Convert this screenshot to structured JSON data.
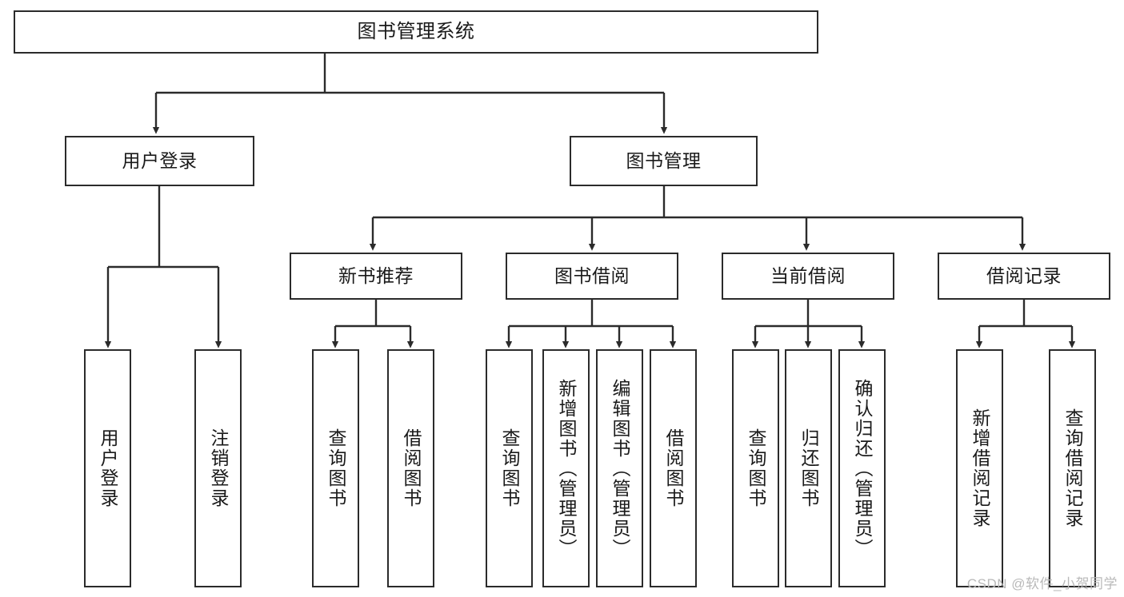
{
  "diagram": {
    "title": "图书管理系统",
    "type": "hierarchy-tree",
    "orientation": "top-down",
    "colors": {
      "stroke": "#2b2b2b",
      "fill": "#ffffff",
      "text": "#1a1a1a",
      "watermark": "#b9b9b9"
    },
    "watermark": "CSDN @软件_小贺同学"
  },
  "nodes": {
    "root": {
      "label": "图书管理系统"
    },
    "level1": [
      {
        "label": "用户登录"
      },
      {
        "label": "图书管理"
      }
    ],
    "level2": [
      {
        "label": "新书推荐"
      },
      {
        "label": "图书借阅"
      },
      {
        "label": "当前借阅"
      },
      {
        "label": "借阅记录"
      }
    ],
    "leaves": {
      "user_login": [
        {
          "label": "用户登录"
        },
        {
          "label": "注销登录"
        }
      ],
      "new_book_recommend": [
        {
          "label": "查询图书"
        },
        {
          "label": "借阅图书"
        }
      ],
      "book_borrow": [
        {
          "label": "查询图书"
        },
        {
          "label": "新增图书（管理员）"
        },
        {
          "label": "编辑图书（管理员）"
        },
        {
          "label": "借阅图书"
        }
      ],
      "current_borrow": [
        {
          "label": "查询图书"
        },
        {
          "label": "归还图书"
        },
        {
          "label": "确认归还（管理员）"
        }
      ],
      "borrow_record": [
        {
          "label": "新增借阅记录"
        },
        {
          "label": "查询借阅记录"
        }
      ]
    }
  },
  "tree_structure": {
    "name": "图书管理系统",
    "children": [
      {
        "name": "用户登录",
        "children": [
          {
            "name": "用户登录"
          },
          {
            "name": "注销登录"
          }
        ]
      },
      {
        "name": "图书管理",
        "children": [
          {
            "name": "新书推荐",
            "children": [
              {
                "name": "查询图书"
              },
              {
                "name": "借阅图书"
              }
            ]
          },
          {
            "name": "图书借阅",
            "children": [
              {
                "name": "查询图书"
              },
              {
                "name": "新增图书（管理员）"
              },
              {
                "name": "编辑图书（管理员）"
              },
              {
                "name": "借阅图书"
              }
            ]
          },
          {
            "name": "当前借阅",
            "children": [
              {
                "name": "查询图书"
              },
              {
                "name": "归还图书"
              },
              {
                "name": "确认归还（管理员）"
              }
            ]
          },
          {
            "name": "借阅记录",
            "children": [
              {
                "name": "新增借阅记录"
              },
              {
                "name": "查询借阅记录"
              }
            ]
          }
        ]
      }
    ]
  }
}
